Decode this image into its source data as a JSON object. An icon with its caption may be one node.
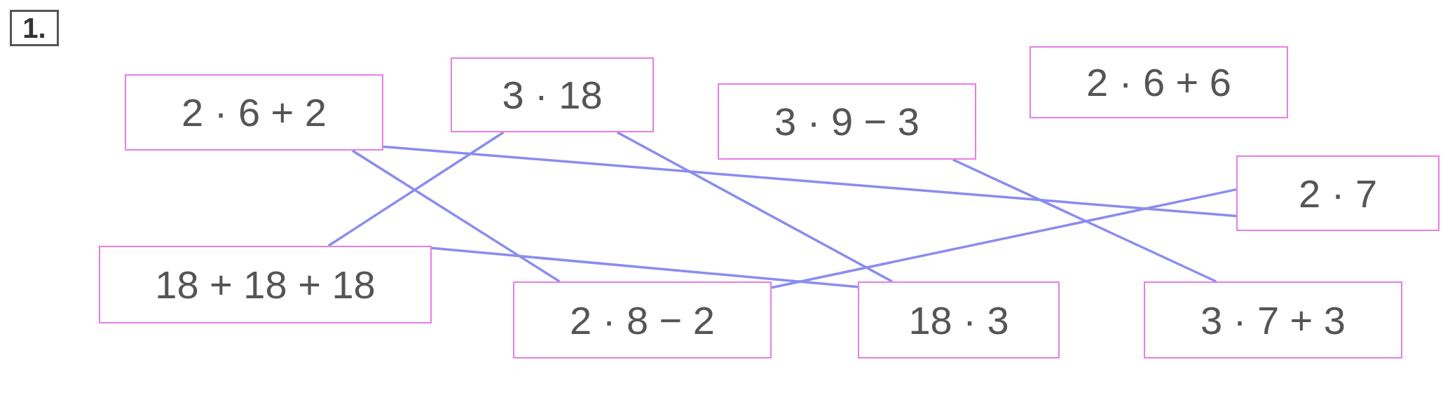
{
  "diagram": {
    "nodes": [
      {
        "text": [
          "2 · 6 + 2"
        ]
      },
      {
        "text": [
          "3 · 18"
        ]
      },
      {
        "text": [
          "3 · 9 − 3"
        ]
      },
      {
        "text": [
          "2 · 6 + 6"
        ]
      },
      {
        "text": [
          "2 · 7"
        ]
      },
      {
        "text": [
          "18 + 18 + 18"
        ]
      },
      {
        "text": [
          "2 · 8 − 2"
        ]
      },
      {
        "text": [
          "18 · 3"
        ]
      },
      {
        "text": [
          "3 · 7 + 3"
        ]
      }
    ],
    "edges": [
      {
        "from": 0,
        "to": 4,
        "arrow": "none"
      },
      {
        "from": 0,
        "to": 6,
        "arrow": "none"
      },
      {
        "from": 1,
        "to": 7,
        "arrow": "none"
      },
      {
        "from": 5,
        "to": 1,
        "arrow": "none"
      },
      {
        "from": 5,
        "to": 7,
        "arrow": "none"
      },
      {
        "from": 6,
        "to": 4,
        "arrow": "none"
      },
      {
        "from": 2,
        "to": 8,
        "arrow": "none"
      }
    ],
    "labels": [
      "1."
    ]
  }
}
